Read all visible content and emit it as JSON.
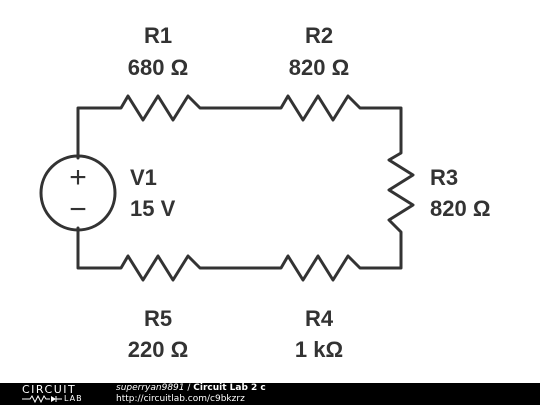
{
  "components": {
    "R1": {
      "name": "R1",
      "value": "680 Ω"
    },
    "R2": {
      "name": "R2",
      "value": "820 Ω"
    },
    "R3": {
      "name": "R3",
      "value": "820 Ω"
    },
    "R4": {
      "name": "R4",
      "value": "1 kΩ"
    },
    "R5": {
      "name": "R5",
      "value": "220 Ω"
    },
    "V1": {
      "name": "V1",
      "value": "15 V",
      "plus": "+",
      "minus": "−"
    }
  },
  "footer": {
    "logo_top": "CIRCUIT",
    "logo_bottom": "LAB",
    "author": "superryan9891",
    "separator": " / ",
    "title": "Circuit Lab 2 c",
    "url": "http://circuitlab.com/c9bkzrz"
  },
  "colors": {
    "wire": "#333333",
    "label": "#333333",
    "footer_bg": "#000000",
    "footer_text": "#ffffff"
  }
}
